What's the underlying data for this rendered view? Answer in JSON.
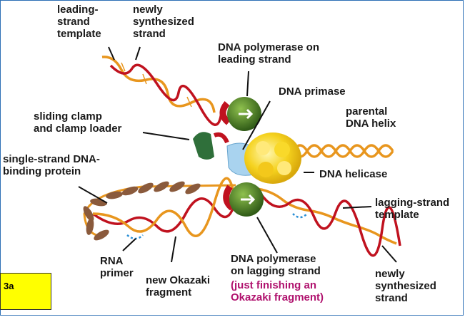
{
  "labels": {
    "leading_template": "leading-\nstrand\ntemplate",
    "newly_top": "newly\nsynthesized\nstrand",
    "pol_leading": "DNA polymerase on\nleading strand",
    "primase": "DNA primase",
    "parental": "parental\nDNA helix",
    "clamp": "sliding clamp\nand clamp loader",
    "ssb": "single-strand DNA-\nbinding protein",
    "helicase": "DNA helicase",
    "lagging_template": "lagging-strand\ntemplate",
    "rna_primer": "RNA\nprimer",
    "okazaki": "new Okazaki\nfragment",
    "pol_lagging": "DNA polymerase\non lagging strand",
    "pol_lagging_note": "(just finishing an\nOkazaki fragment)",
    "newly_bottom": "newly\nsynthesized\nstrand"
  },
  "badge": "3a",
  "colors": {
    "orange_strand": "#e8961e",
    "red_strand": "#c0121f",
    "polymerase": "#4e7a25",
    "helicase": "#f5d21e",
    "ssb_protein": "#8a5a3c",
    "clamp": "#2f6f3a",
    "primase": "#a9d3ef",
    "frame": "#2d6fb5",
    "note": "#b0126e"
  }
}
